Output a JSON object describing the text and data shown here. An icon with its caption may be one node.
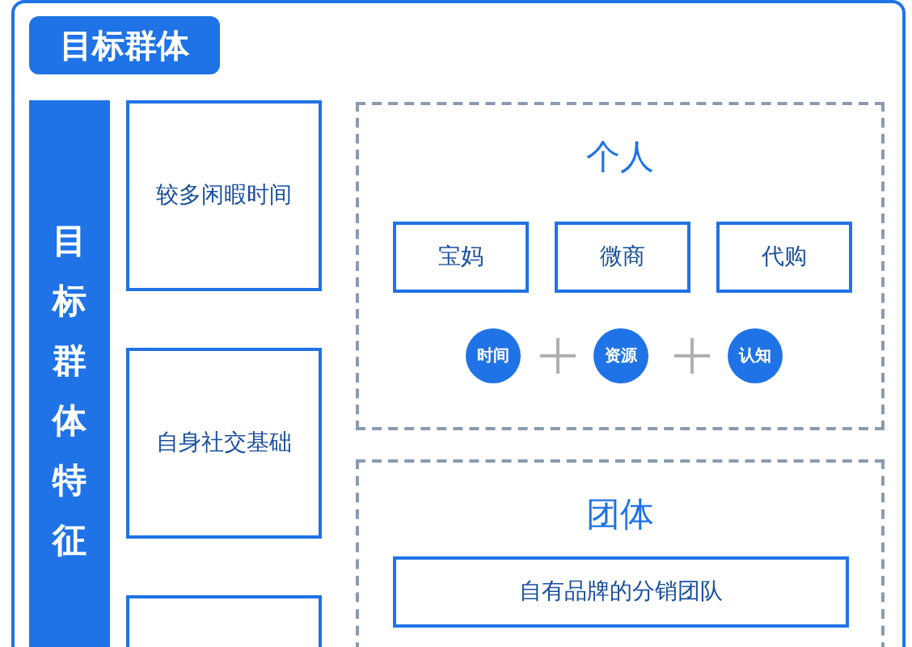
{
  "diagram": {
    "nodes": [
      {
        "text": [
          "目标群体"
        ]
      },
      {
        "text": [
          "目标群体特征"
        ],
        "in": 0
      },
      {
        "text": [
          "较多闲暇时间"
        ],
        "in": 0
      },
      {
        "text": [
          "自身社交基础"
        ],
        "in": 0
      },
      {
        "text": [],
        "shape": "box",
        "in": 0
      },
      {
        "text": [
          "个人"
        ],
        "in": 0
      },
      {
        "text": [
          "宝妈"
        ],
        "in": 5
      },
      {
        "text": [
          "微商"
        ],
        "in": 5
      },
      {
        "text": [
          "代购"
        ],
        "in": 5
      },
      {
        "text": [
          "时间"
        ],
        "in": 5
      },
      {
        "text": [
          "资源"
        ],
        "in": 5
      },
      {
        "text": [
          "认知"
        ],
        "in": 5
      },
      {
        "text": [
          "团体"
        ],
        "in": 0
      },
      {
        "text": [
          "自有品牌的分销团队"
        ],
        "in": 12
      }
    ],
    "edges": []
  }
}
